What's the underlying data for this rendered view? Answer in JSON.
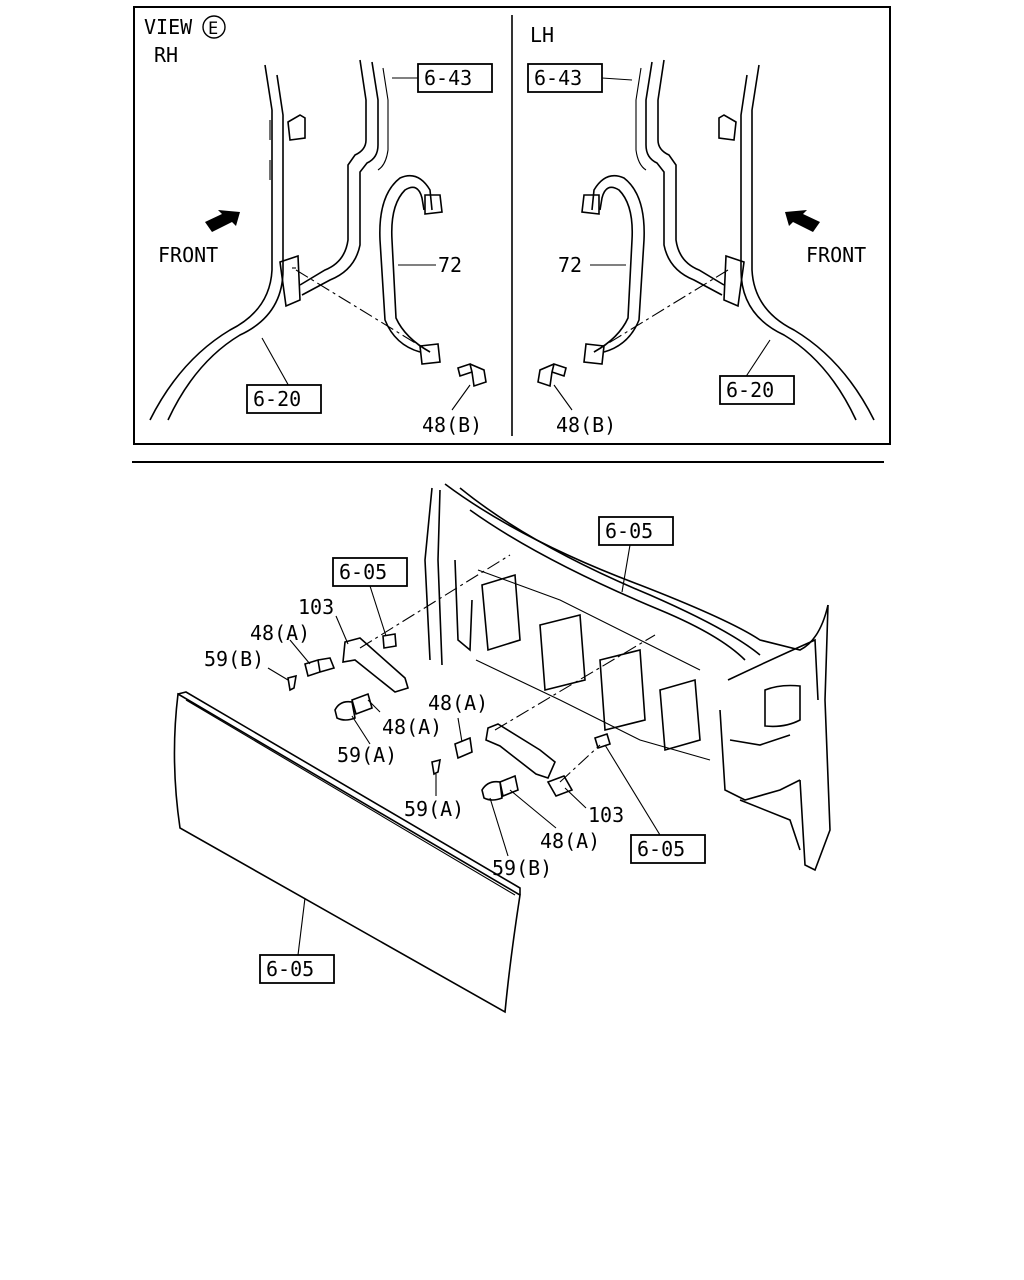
{
  "view": {
    "title": "VIEW",
    "letter": "E"
  },
  "rh": {
    "side": "RH",
    "front": "FRONT",
    "ref_6_43": "6-43",
    "ref_6_20": "6-20",
    "part_72": "72",
    "part_48b": "48(B)"
  },
  "lh": {
    "side": "LH",
    "front": "FRONT",
    "ref_6_43": "6-43",
    "ref_6_20": "6-20",
    "part_72": "72",
    "part_48b": "48(B)"
  },
  "lower": {
    "ref_top": "6-05",
    "ref_bracket": "6-05",
    "ref_right": "6-05",
    "ref_panel": "6-05",
    "part_103_left": "103",
    "part_48a_top": "48(A)",
    "part_59b_left": "59(B)",
    "part_48a_mid": "48(A)",
    "part_59a_left": "59(A)",
    "part_48a_center": "48(A)",
    "part_59a_center": "59(A)",
    "part_48a_right": "48(A)",
    "part_59b_right": "59(B)",
    "part_103_right": "103"
  }
}
